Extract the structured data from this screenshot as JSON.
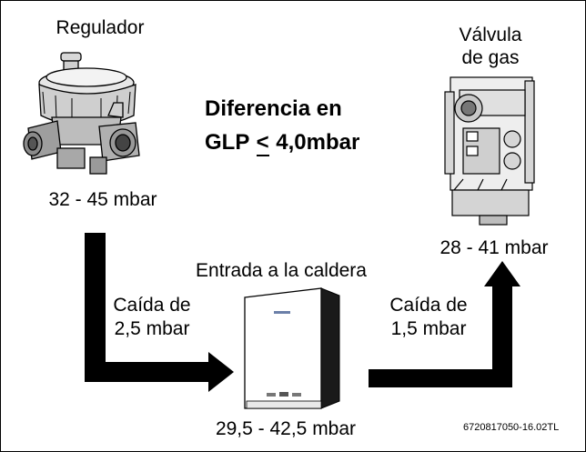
{
  "regulator": {
    "title": "Regulador",
    "pressure": "32 - 45 mbar"
  },
  "valve": {
    "title_line1": "Válvula",
    "title_line2": "de gas",
    "pressure": "28 - 41 mbar"
  },
  "difference": {
    "line1": "Diferencia en",
    "line2_prefix": "GLP ",
    "line2_symbol": "<",
    "line2_value": " 4,0mbar"
  },
  "boiler": {
    "title": "Entrada a la caldera",
    "pressure": "29,5 - 42,5 mbar"
  },
  "drop_left": {
    "line1": "Caída de",
    "line2": "2,5 mbar"
  },
  "drop_right": {
    "line1": "Caída de",
    "line2": "1,5 mbar"
  },
  "figure_code": "6720817050-16.02TL"
}
